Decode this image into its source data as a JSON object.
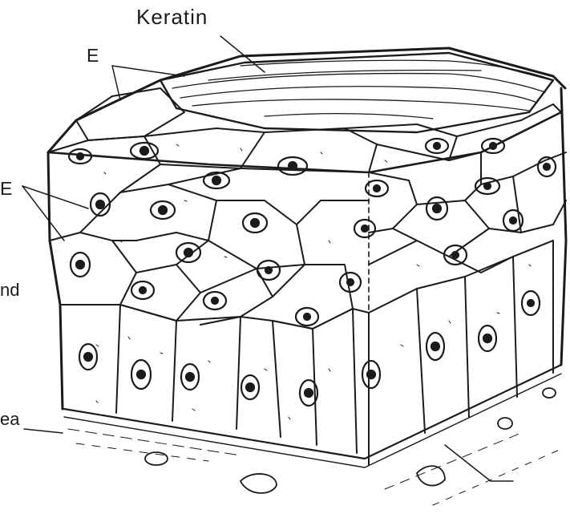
{
  "diagram": {
    "labels": {
      "keratin": "Keratin",
      "e_top": "E",
      "e_left": "E",
      "left_fragment_1": "nd",
      "left_fragment_2": "ea"
    },
    "colors": {
      "ink": "#1b1b1b",
      "paper": "#ffffff"
    }
  }
}
